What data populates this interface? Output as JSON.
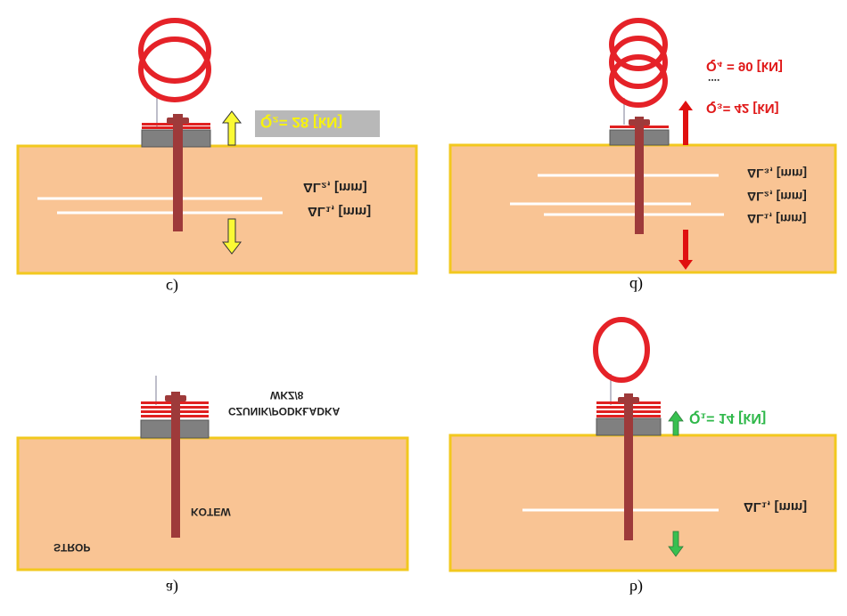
{
  "colors": {
    "slab_fill": "#f9c494",
    "slab_border": "#f2c81e",
    "rod": "#9e3a3a",
    "washer": "#e02020",
    "base": "#808080",
    "ring": "#e52228",
    "crack": "#ffffff",
    "arrow_yellow": "#fbfa35",
    "arrow_red": "#e01010",
    "arrow_green": "#38c050",
    "text_red": "#e01818",
    "text_green": "#2fb84a",
    "text_yellow": "#f8f30c",
    "grey_box": "#b8b8b8"
  },
  "panels": {
    "c": {
      "label": "c)",
      "force_text": "Q₂=  28 [kN]",
      "crack_labels": [
        "ΔL₂,  [mm]",
        "ΔL₁,  [mm]"
      ]
    },
    "d": {
      "label": "d)",
      "force_top": "Q₄ = 90 [kN]",
      "dots": "....",
      "force_text": "Q₃=  42 [kN]",
      "crack_labels": [
        "ΔL₃,  [mm]",
        "ΔL₂,  [mm]",
        "ΔL₁,  [mm]"
      ]
    },
    "a": {
      "label": "a)",
      "anchor_top": "WKZ/8",
      "anchor_sub": "CZUNIK/PODKŁADKA",
      "rod_label": "KOTEW",
      "slab_label": "STROP"
    },
    "b": {
      "label": "b)",
      "force_text": "Q₁=  14 [kN]",
      "crack_labels": [
        "ΔL₁,  [mm]"
      ]
    }
  }
}
